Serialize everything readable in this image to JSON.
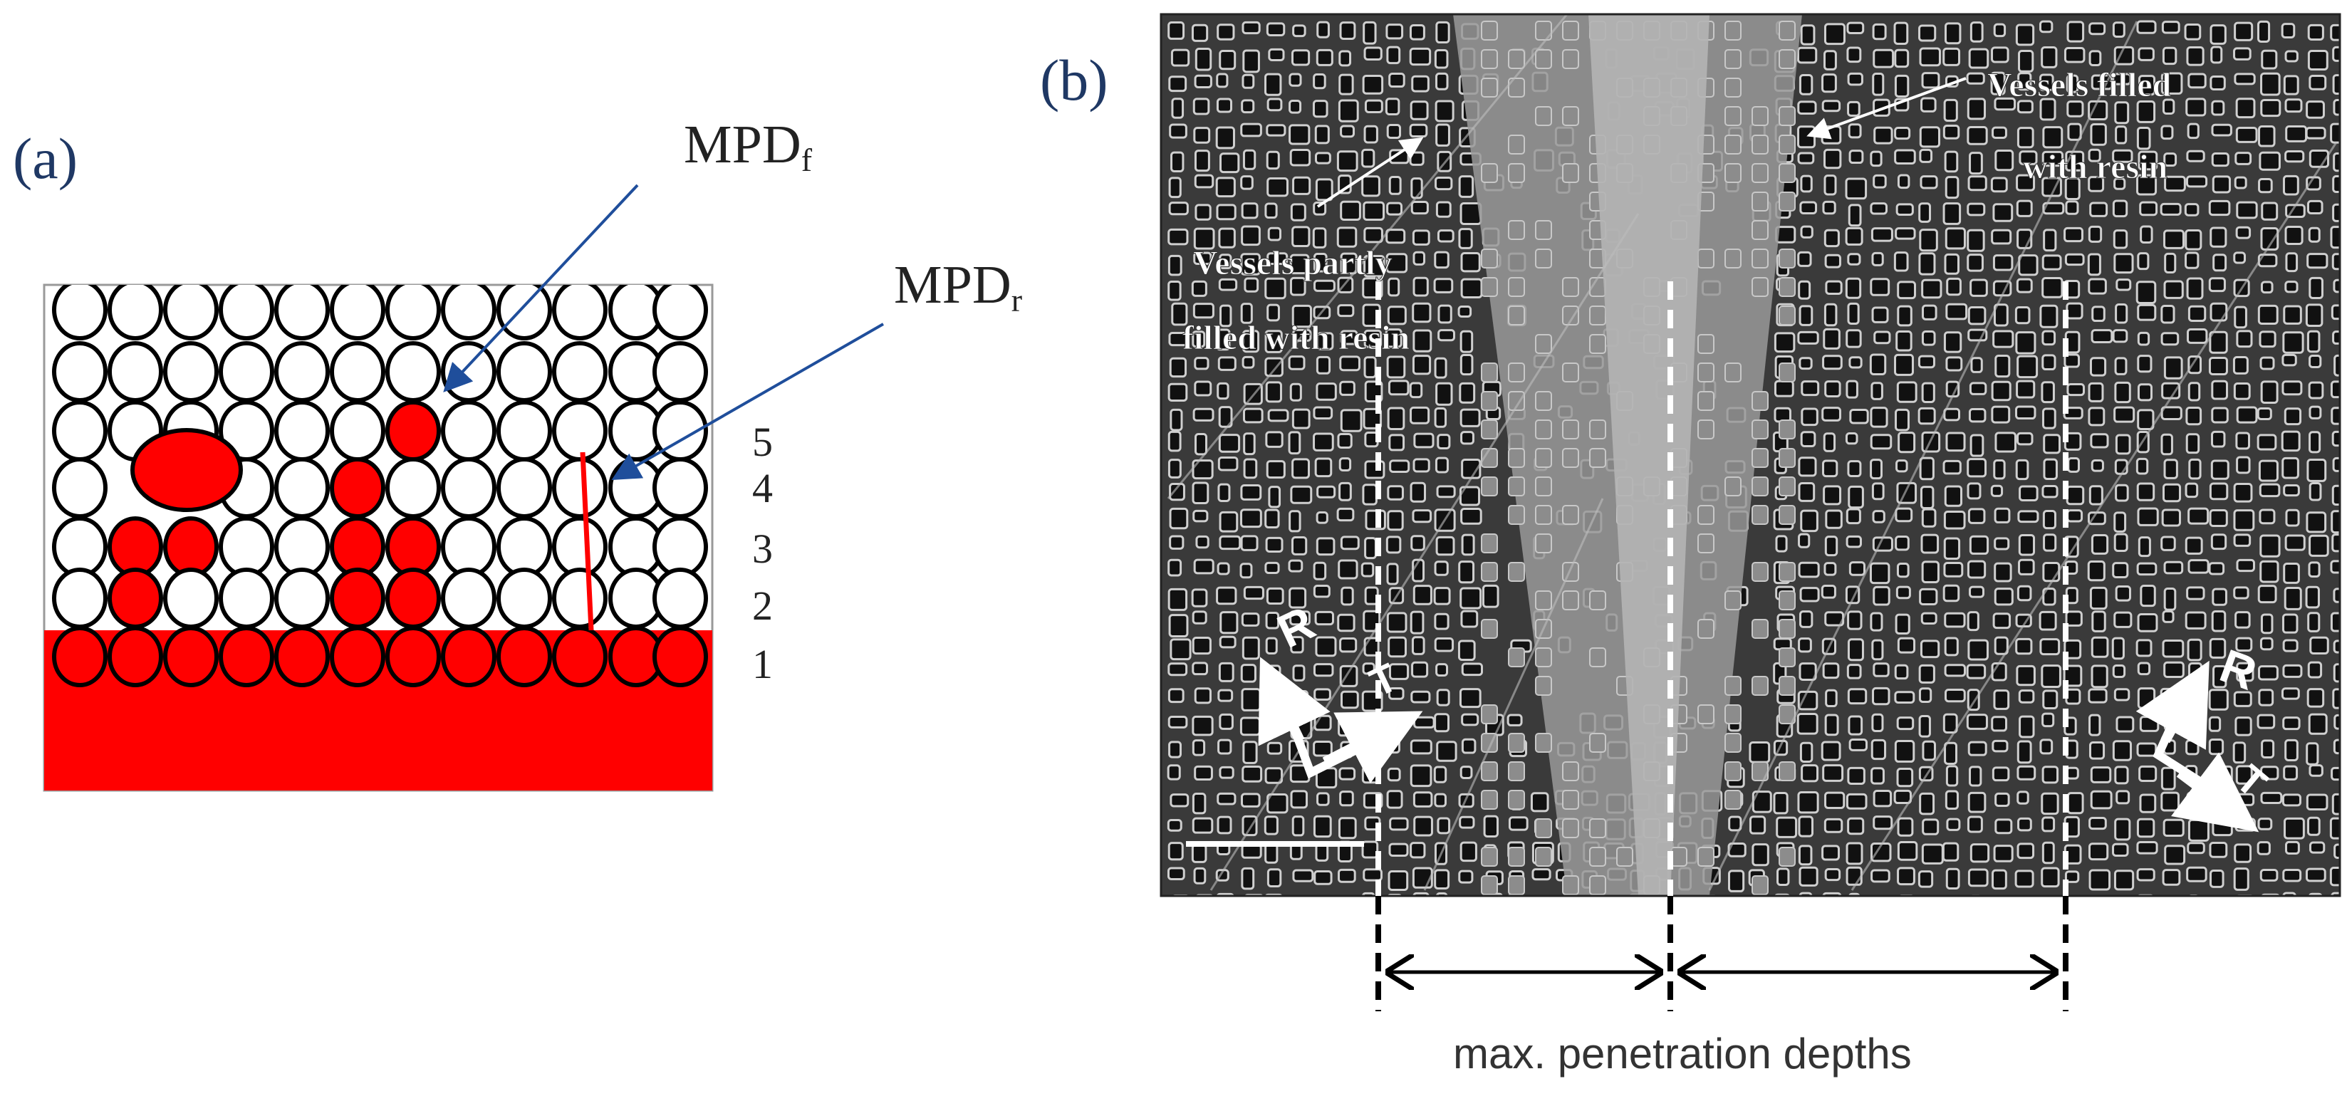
{
  "panel_a": {
    "label": "(a)",
    "mpd_f_label": "MPD",
    "mpd_f_sub": "f",
    "mpd_r_label": "MPD",
    "mpd_r_sub": "r",
    "row_numbers": [
      "5",
      "4",
      "3",
      "2",
      "1"
    ],
    "colors": {
      "resin": "#ff0000",
      "cell_outline": "#000000",
      "arrow": "#1f4e9b"
    }
  },
  "panel_b": {
    "label": "(b)",
    "annotation_left_line1": "Vessels partly",
    "annotation_left_line2": "filled with resin",
    "annotation_right_line1": "Vessels filled",
    "annotation_right_line2": "with resin",
    "axis_r": "R",
    "axis_t": "T",
    "caption": "max. penetration depths",
    "colors": {
      "micrograph_bg": "#3a3a3a",
      "cell_wall": "#d0d0d0",
      "resin": "#9a9a9a"
    }
  }
}
